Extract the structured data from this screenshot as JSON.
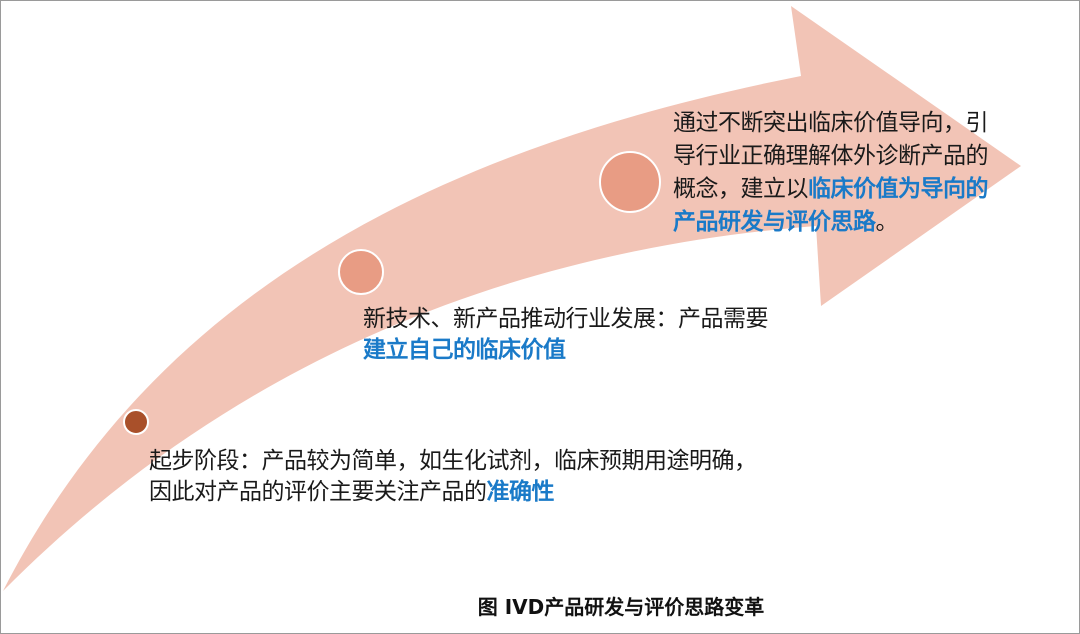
{
  "colors": {
    "arrow": "#f2c4b6",
    "dot_small": "#a9502a",
    "dot_large": "#e89c84",
    "highlight": "#1a7ac8"
  },
  "stages": [
    {
      "lines": [
        "起步阶段：产品较为简单，如生化试剂，临床预期用途明确，",
        "因此对产品的评价主要关注产品的"
      ],
      "highlight": "准确性",
      "tail": ""
    },
    {
      "lines": [
        "新技术、新产品推动行业发展：产品需要",
        ""
      ],
      "highlight": "建立自己的临床价值",
      "tail": ""
    },
    {
      "lines": [
        "通过不断突出临床价值导向，引",
        "导行业正确理解体外诊断产品的",
        "概念，建立以"
      ],
      "highlight_1": "临床价值为导向的",
      "highlight_2": "产品研发与评价思路",
      "tail": "。"
    }
  ],
  "caption": "图 IVD产品研发与评价思路变革"
}
